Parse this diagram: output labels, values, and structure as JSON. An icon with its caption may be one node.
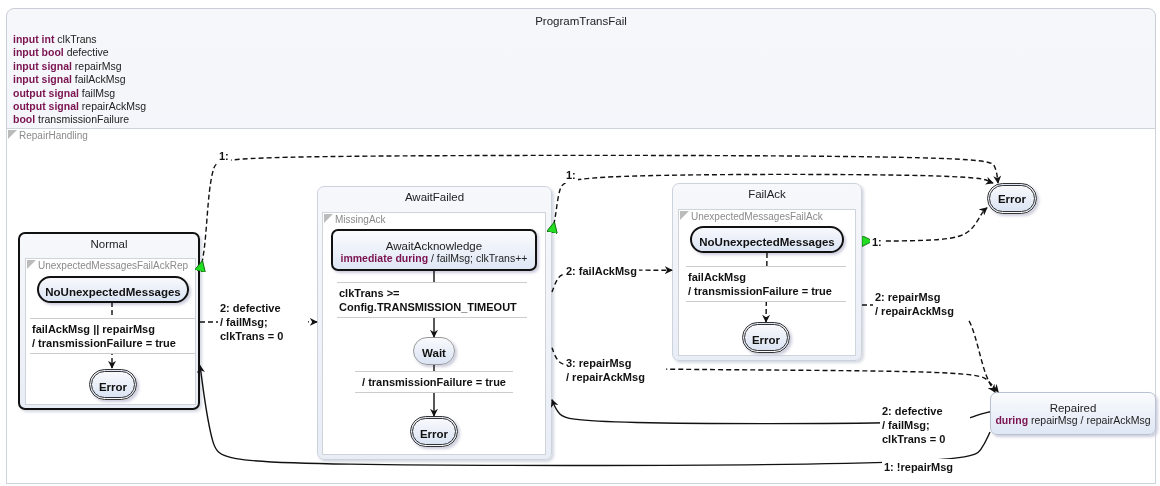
{
  "diagram": {
    "nodes": [
      {
        "text": [
          "ProgramTransFail",
          "**input int** clkTrans",
          "**input bool** defective",
          "**input signal** repairMsg",
          "**input signal** failAckMsg",
          "**output signal** failMsg",
          "**output signal** repairAckMsg",
          "**bool** transmissionFailure"
        ]
      },
      {
        "text": [
          "RepairHandling"
        ],
        "in": 0
      },
      {
        "text": [
          "Normal"
        ],
        "in": 1
      },
      {
        "text": [
          "UnexpectedMessagesFailAckRep"
        ],
        "in": 2
      },
      {
        "text": [
          "NoUnexpectedMessages"
        ],
        "in": 3
      },
      {
        "text": [
          "Error"
        ],
        "in": 3
      },
      {
        "text": [
          "AwaitFailed"
        ],
        "in": 1
      },
      {
        "text": [
          "MissingAck"
        ],
        "in": 6
      },
      {
        "text": [
          "AwaitAcknowledge",
          "**immediate during** / failMsg; clkTrans++"
        ],
        "in": 7
      },
      {
        "text": [
          "Wait"
        ],
        "in": 7
      },
      {
        "text": [
          "Error"
        ],
        "in": 7
      },
      {
        "text": [
          "FailAck"
        ],
        "in": 1
      },
      {
        "text": [
          "UnexpectedMessagesFailAck"
        ],
        "in": 11
      },
      {
        "text": [
          "NoUnexpectedMessages"
        ],
        "in": 12
      },
      {
        "text": [
          "Error"
        ],
        "in": 12
      },
      {
        "text": [
          "Error"
        ],
        "in": 1
      },
      {
        "text": [
          "Repaired",
          "**during** repairMsg / repairAckMsg"
        ],
        "in": 1
      }
    ],
    "edges": [
      {
        "from": 4,
        "to": 5,
        "arrow": "to",
        "label": "failAckMsg || repairMsg / transmissionFailure = true",
        "style": "dashed"
      },
      {
        "from": 8,
        "to": 9,
        "arrow": "to",
        "label": "clkTrans >= Config.TRANSMISSION_TIMEOUT"
      },
      {
        "from": 9,
        "to": 10,
        "arrow": "to",
        "label": "/ transmissionFailure = true"
      },
      {
        "from": 13,
        "to": 14,
        "arrow": "to",
        "label": "failAckMsg / transmissionFailure = true",
        "style": "dashed"
      },
      {
        "from": 2,
        "to": 15,
        "arrow": "to",
        "label": "1:",
        "style": "dashed"
      },
      {
        "from": 2,
        "to": 6,
        "arrow": "to",
        "label": "2: defective / failMsg; clkTrans = 0",
        "style": "dashed"
      },
      {
        "from": 6,
        "to": 15,
        "arrow": "to",
        "label": "1:",
        "style": "dashed"
      },
      {
        "from": 6,
        "to": 11,
        "arrow": "to",
        "label": "2: failAckMsg",
        "style": "dashed"
      },
      {
        "from": 6,
        "to": 16,
        "arrow": "to",
        "label": "3: repairMsg / repairAckMsg",
        "style": "dashed"
      },
      {
        "from": 11,
        "to": 15,
        "arrow": "to",
        "label": "1:",
        "style": "dashed"
      },
      {
        "from": 11,
        "to": 16,
        "arrow": "to",
        "label": "2: repairMsg / repairAckMsg",
        "style": "dashed"
      },
      {
        "from": 16,
        "to": 6,
        "arrow": "to",
        "label": "2: defective / failMsg; clkTrans = 0"
      },
      {
        "from": 16,
        "to": 2,
        "arrow": "to",
        "label": "1: !repairMsg"
      }
    ]
  }
}
